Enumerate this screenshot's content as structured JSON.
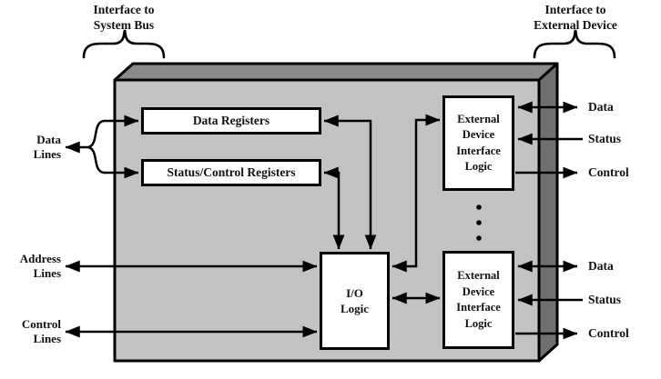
{
  "colors": {
    "module_front": "#c3c3c3",
    "module_top": "#8a8a8a",
    "module_side": "#707070",
    "line": "#000000",
    "block_bg": "#ffffff"
  },
  "braces": {
    "system_bus": {
      "line1": "Interface to",
      "line2": "System Bus"
    },
    "external_device": {
      "line1": "Interface to",
      "line2": "External Device"
    }
  },
  "bus_lines": {
    "data": {
      "line1": "Data",
      "line2": "Lines"
    },
    "address": {
      "line1": "Address",
      "line2": "Lines"
    },
    "control": {
      "line1": "Control",
      "line2": "Lines"
    }
  },
  "blocks": {
    "data_registers": "Data Registers",
    "status_control_registers": "Status/Control Registers",
    "io_logic": {
      "line1": "I/O",
      "line2": "Logic"
    },
    "edil_top": {
      "line1": "External",
      "line2": "Device",
      "line3": "Interface",
      "line4": "Logic"
    },
    "edil_bottom": {
      "line1": "External",
      "line2": "Device",
      "line3": "Interface",
      "line4": "Logic"
    }
  },
  "device_lines": {
    "top": {
      "data": "Data",
      "status": "Status",
      "control": "Control"
    },
    "bottom": {
      "data": "Data",
      "status": "Status",
      "control": "Control"
    }
  }
}
